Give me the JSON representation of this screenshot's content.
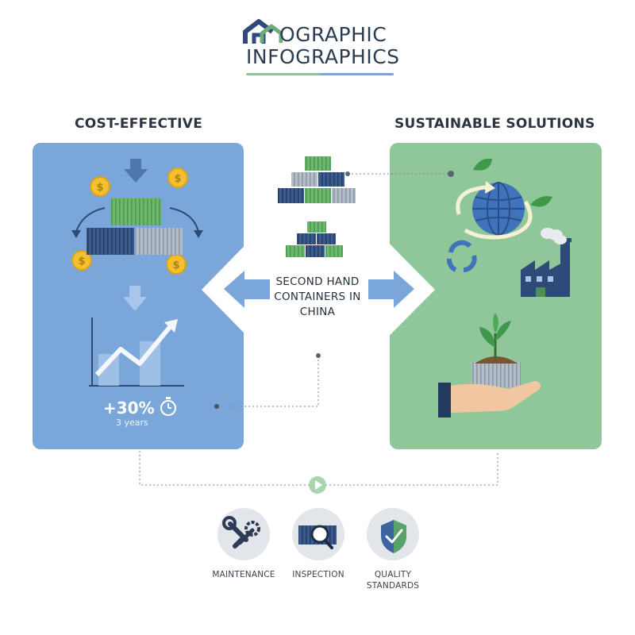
{
  "logo": {
    "line1": "OGRAPHIC",
    "line2": "INFOGRAPHICS",
    "icon": "house-logo-icon",
    "colors": {
      "blue": "#2f4a7a",
      "green": "#6cab7a"
    }
  },
  "sections": {
    "left_title": "COST-EFFECTIVE",
    "right_title": "SUSTAINABLE SOLUTIONS"
  },
  "center": {
    "label": "SECOND HAND CONTAINERS IN CHINA"
  },
  "stat": {
    "value": "+30%",
    "period": "3 years"
  },
  "features": [
    {
      "label": "MAINTENANCE",
      "icon": "wrench-gear-icon"
    },
    {
      "label": "INSPECTION",
      "icon": "magnifier-container-icon"
    },
    {
      "label": "QUALITY STANDARDS",
      "icon": "shield-check-icon"
    }
  ],
  "colors": {
    "panel_blue": "#7aa6da",
    "panel_green": "#8fc79a",
    "container_green": "#6db86e",
    "container_navy": "#34527f",
    "container_grey": "#a9b4c0",
    "coin": "#f2c030"
  }
}
